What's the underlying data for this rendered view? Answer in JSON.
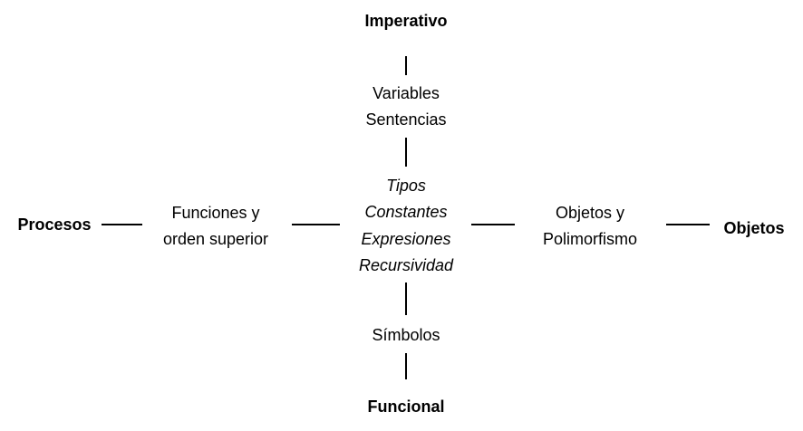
{
  "poles": {
    "top": "Imperativo",
    "bottom": "Funcional",
    "left": "Procesos",
    "right": "Objetos"
  },
  "top_inner": [
    "Variables",
    "Sentencias"
  ],
  "center": [
    "Tipos",
    "Constantes",
    "Expresiones",
    "Recursividad"
  ],
  "bottom_inner": [
    "Símbolos"
  ],
  "left_inner": [
    "Funciones y",
    "orden superior"
  ],
  "right_inner": [
    "Objetos y",
    "Polimorfismo"
  ]
}
